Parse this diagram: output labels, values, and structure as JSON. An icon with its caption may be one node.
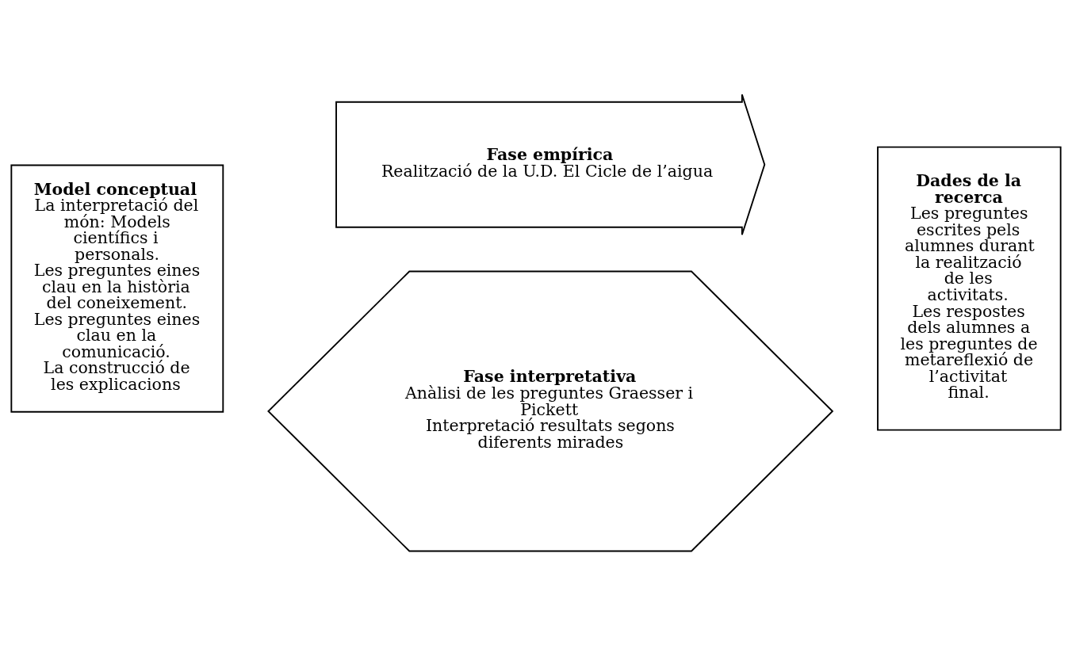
{
  "diagram": {
    "nodes": [
      {
        "text": [
          "Model conceptual",
          "La interpretació del món: Models científics i personals.",
          "Les preguntes eines clau en la història del coneixement.",
          "Les preguntes eines clau en la comunicació.",
          "La construcció de les explicacions"
        ]
      },
      {
        "text": [
          "Fase empírica",
          "Realització de la U.D. El Cicle de l’aigua"
        ]
      },
      {
        "text": [
          "Dades de la recerca",
          "Les preguntes escrites pels alumnes durant la realització de les activitats.",
          "Les respostes dels alumnes a les preguntes de metareflexió de l’activitat final."
        ]
      },
      {
        "text": [
          "Fase interpretativa",
          "Anàlisi de les preguntes Graesser i Pickett",
          "Interpretació resultats segons diferents mirades"
        ]
      }
    ],
    "edges": []
  }
}
